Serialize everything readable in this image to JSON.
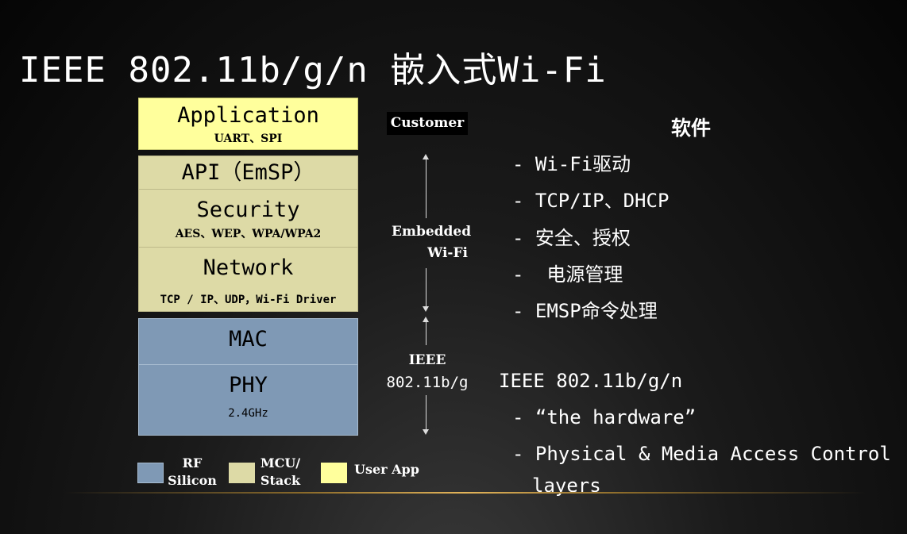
{
  "title": "IEEE 802.11b/g/n 嵌入式Wi-Fi",
  "stack": {
    "application": {
      "label": "Application",
      "sub": "UART、SPI"
    },
    "api": {
      "label": "API（EmSP）"
    },
    "security": {
      "label": "Security",
      "sub": "AES、WEP、WPA/WPA2"
    },
    "network": {
      "label": "Network",
      "sub": "TCP / IP、UDP，Wi-Fi Driver"
    },
    "mac": {
      "label": "MAC"
    },
    "phy": {
      "label": "PHY",
      "sub": "2.4GHz"
    }
  },
  "middle": {
    "customer": "Customer",
    "embedded_line1": "Embedded",
    "embedded_line2": "Wi-Fi",
    "ieee_line1": "IEEE",
    "ieee_line2": "802.11b/g"
  },
  "right": {
    "software_heading": "软件",
    "software_items": [
      "- Wi-Fi驱动",
      "- TCP/IP、DHCP",
      "- 安全、授权",
      "-  电源管理",
      "- EMSP命令处理"
    ],
    "hardware_heading": "IEEE 802.11b/g/n",
    "hardware_items": [
      "- “the hardware”",
      "- Physical & Media Access Control",
      "layers"
    ]
  },
  "legend": [
    {
      "label_line1": "RF",
      "label_line2": "Silicon",
      "color": "#7f99b5"
    },
    {
      "label_line1": "MCU/",
      "label_line2": "Stack",
      "color": "#dddaa6"
    },
    {
      "label_line1": "User App",
      "label_line2": "",
      "color": "#ffff9c"
    }
  ],
  "colors": {
    "rf_silicon": "#7f99b5",
    "mcu_stack": "#dddaa6",
    "user_app": "#ffff9c",
    "background": "#0a0a0a"
  }
}
